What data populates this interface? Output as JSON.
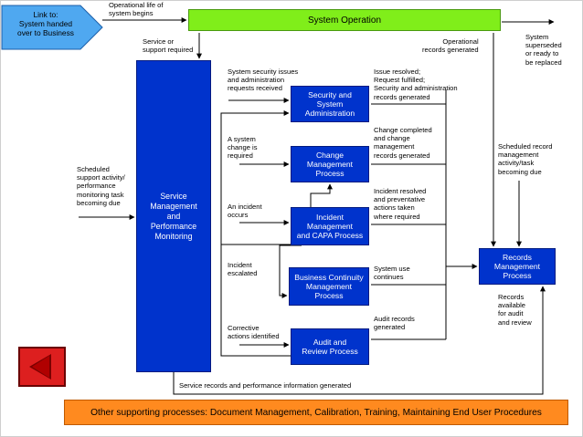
{
  "link_box": {
    "text": "Link to:\nSystem handed\nover to Business",
    "fill": "#4fa8f0"
  },
  "top_labels": {
    "lifecycle": "Operational life of\nsystem begins",
    "superseded": "System\nsuperseded\nor ready to\nbe replaced",
    "operational_records": "Operational\nrecords generated",
    "service_support": "Service or\nsupport required"
  },
  "boxes": {
    "system_operation": "System Operation",
    "service_mgmt": "Service\nManagement\nand\nPerformance\nMonitoring",
    "security_admin": "Security and\nSystem\nAdministration",
    "change_mgmt": "Change\nManagement\nProcess",
    "incident_mgmt": "Incident\nManagement\nand CAPA Process",
    "business_continuity": "Business Continuity\nManagement\nProcess",
    "audit_review": "Audit and\nReview Process",
    "records_mgmt": "Records\nManagement\nProcess"
  },
  "left_labels": {
    "scheduled_support": "Scheduled\nsupport activity/\nperformance\nmonitoring task\nbecoming due",
    "security_issues": "System security issues\nand administration\nrequests received",
    "system_change": "A system\nchange is\nrequired",
    "incident_occurs": "An incident\noccurs",
    "incident_escalated": "Incident\nescalated",
    "corrective_actions": "Corrective\nactions identified"
  },
  "right_labels": {
    "issue_resolved": "Issue resolved;\nRequest fulfilled;\nSecurity and administration\nrecords generated",
    "change_completed": "Change completed\nand change\nmanagement\nrecords generated",
    "incident_resolved": "Incident resolved\nand preventative\nactions taken\nwhere required",
    "system_use": "System use\ncontinues",
    "audit_records": "Audit records\ngenerated",
    "scheduled_record": "Scheduled record\nmanagement\nactivity/task\nbecoming due",
    "records_available": "Records\navailable\nfor audit\nand review"
  },
  "bottom_label": "Service records and performance information generated",
  "footer": "Other supporting processes: Document Management, Calibration, Training, Maintaining End User Procedures",
  "colors": {
    "process_blue": "#0033cc",
    "operation_green": "#80ee1a",
    "footer_orange": "#ff8a1f",
    "nav_red": "#dd1f1f"
  },
  "icons": {
    "nav": "back-arrow-icon"
  }
}
